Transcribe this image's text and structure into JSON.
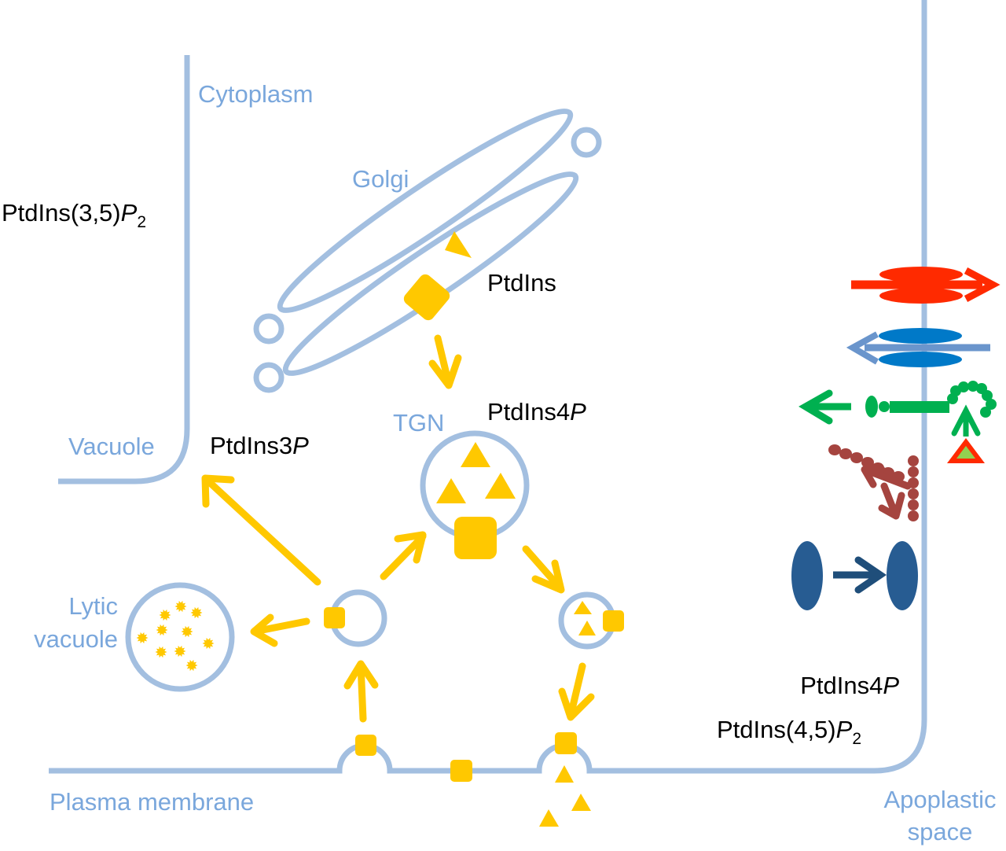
{
  "diagram": {
    "title": "Plant membrane phosphoinositide trafficking schematic",
    "colors": {
      "membrane": "#a3bfe0",
      "compartment_label": "#7aa7dc",
      "cargo": "#ffc800",
      "lipid_label": "#000000",
      "red_transporter": "#ff2a00",
      "blue_transporter": "#0079c8",
      "blue_transporter_arrow": "#6a95cc",
      "green_receptor": "#00b050",
      "brown_protein": "#a5443f",
      "navy_protein": "#275c92",
      "ligand_fill": "#92d050",
      "ligand_outline": "#ff2a00"
    },
    "compartments": {
      "cytoplasm": "Cytoplasm",
      "golgi": "Golgi",
      "tgn": "TGN",
      "vacuole": "Vacuole",
      "lytic_vacuole_line1": "Lytic",
      "lytic_vacuole_line2": "vacuole",
      "plasma_membrane": "Plasma membrane",
      "apoplastic_line1": "Apoplastic",
      "apoplastic_line2": "space"
    },
    "lipids": {
      "vacuole_lipid_prefix": "PtdIns(3,5)",
      "vacuole_lipid_italic": "P",
      "vacuole_lipid_sub": "2",
      "golgi_lipid": "PtdIns",
      "tgn_lipid_prefix": "PtdIns4",
      "tgn_lipid_italic": "P",
      "endosome_lipid_prefix": "PtdIns3",
      "endosome_lipid_italic": "P",
      "pm_lipid1_prefix": "PtdIns4",
      "pm_lipid1_italic": "P",
      "pm_lipid2_prefix": "PtdIns(4,5)",
      "pm_lipid2_italic": "P",
      "pm_lipid2_sub": "2"
    },
    "membrane_proteins": [
      {
        "name": "red-transporter",
        "direction": "outward"
      },
      {
        "name": "blue-transporter",
        "direction": "inward"
      },
      {
        "name": "green-receptor",
        "direction": "inward",
        "ligand": "triangle"
      },
      {
        "name": "brown-protein",
        "direction": "inward"
      },
      {
        "name": "navy-protein",
        "direction": "toward-membrane"
      }
    ]
  }
}
